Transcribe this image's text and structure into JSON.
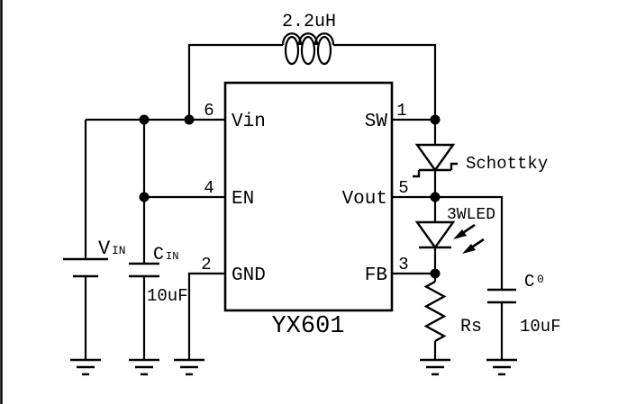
{
  "figure": {
    "background": "#ffffff",
    "line_color": "#000000",
    "ic": {
      "name": "YX601",
      "pins": {
        "vin": {
          "num": "6",
          "name": "Vin"
        },
        "en": {
          "num": "4",
          "name": "EN"
        },
        "gnd": {
          "num": "2",
          "name": "GND"
        },
        "sw": {
          "num": "1",
          "name": "SW"
        },
        "vout": {
          "num": "5",
          "name": "Vout"
        },
        "fb": {
          "num": "3",
          "name": "FB"
        }
      }
    },
    "components": {
      "inductor": {
        "value": "2.2uH"
      },
      "battery": {
        "name": "V",
        "name_sub": "IN"
      },
      "input_cap": {
        "name": "C",
        "name_sub": "IN",
        "value": "10uF"
      },
      "schottky_diode": {
        "label": "Schottky"
      },
      "led": {
        "label": "3WLED"
      },
      "sense_resistor": {
        "label": "Rs"
      },
      "output_cap": {
        "name": "C",
        "name_sub": "0",
        "value": "10uF"
      }
    }
  }
}
